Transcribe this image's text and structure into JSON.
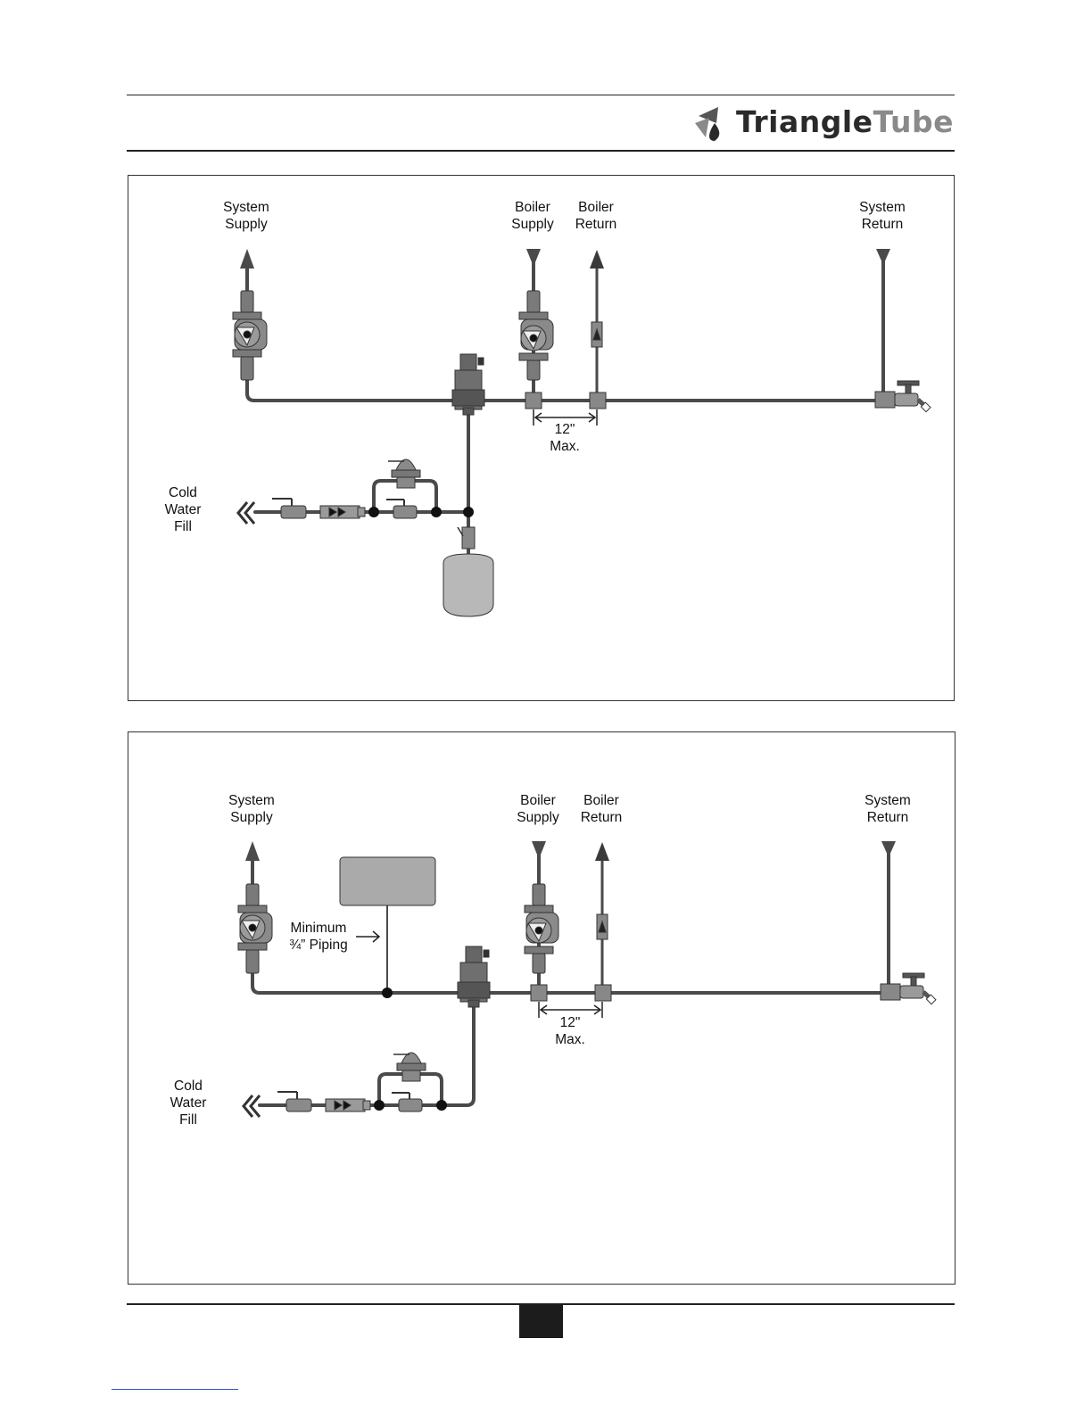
{
  "header": {
    "logo_text_a": "Triangle",
    "logo_text_b": "Tube"
  },
  "diagram_1": {
    "system_supply": [
      "System",
      "Supply"
    ],
    "boiler_supply": [
      "Boiler",
      "Supply"
    ],
    "boiler_return": [
      "Boiler",
      "Return"
    ],
    "system_return": [
      "System",
      "Return"
    ],
    "max_dim": [
      "12\"",
      "Max."
    ],
    "cold_water_fill": [
      "Cold",
      "Water",
      "Fill"
    ]
  },
  "diagram_2": {
    "system_supply": [
      "System",
      "Supply"
    ],
    "boiler_supply": [
      "Boiler",
      "Supply"
    ],
    "boiler_return": [
      "Boiler",
      "Return"
    ],
    "system_return": [
      "System",
      "Return"
    ],
    "max_dim": [
      "12\"",
      "Max."
    ],
    "cold_water_fill": [
      "Cold",
      "Water",
      "Fill"
    ],
    "piping_note": [
      "Minimum",
      "¾” Piping"
    ]
  },
  "colors": {
    "pipe": "#4a4a4a",
    "component": "#7a7a7a",
    "rule": "#222222"
  }
}
